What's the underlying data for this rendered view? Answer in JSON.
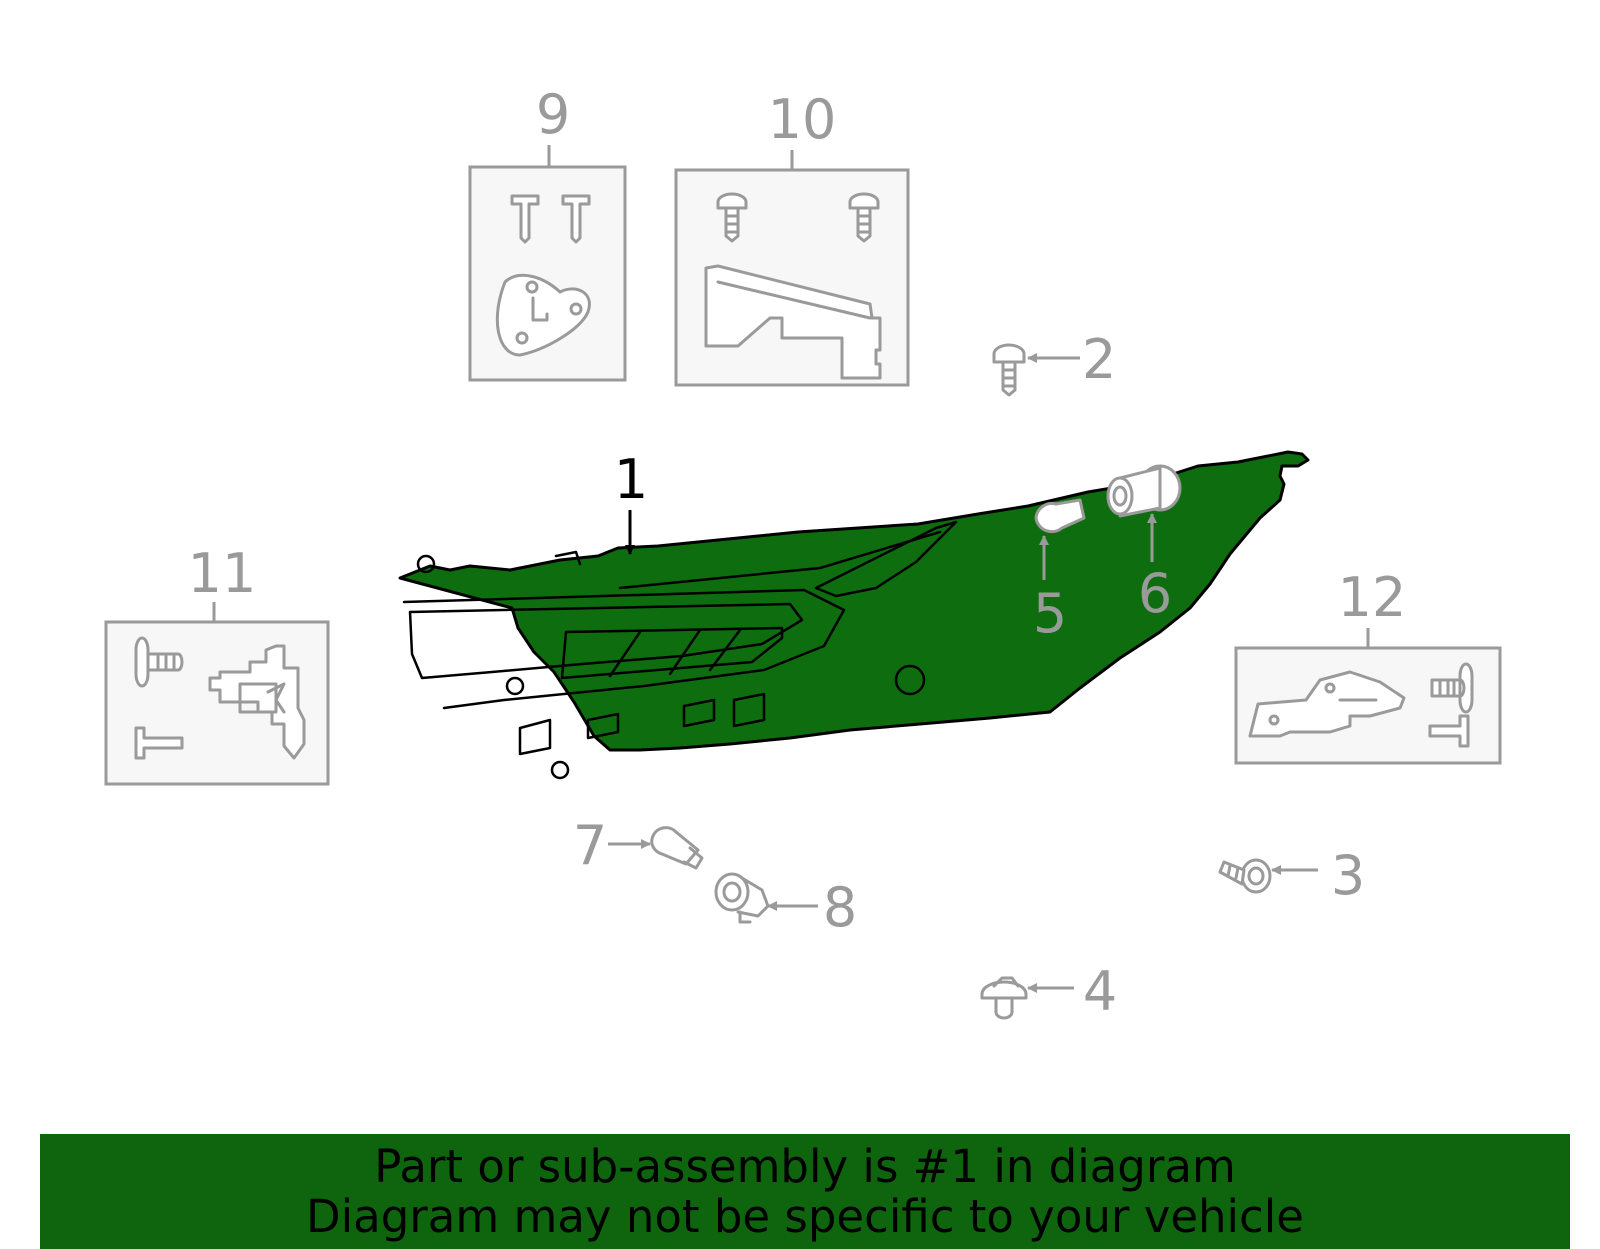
{
  "callouts": {
    "c1": "1",
    "c2": "2",
    "c3": "3",
    "c4": "4",
    "c5": "5",
    "c6": "6",
    "c7": "7",
    "c8": "8",
    "c9": "9",
    "c10": "10",
    "c11": "11",
    "c12": "12"
  },
  "highlight_color": "#0e6d0e",
  "banner": {
    "line1": "Part or sub-assembly is #1 in diagram",
    "line2": "Diagram may not be specific to your vehicle",
    "background": "#0e650e"
  }
}
